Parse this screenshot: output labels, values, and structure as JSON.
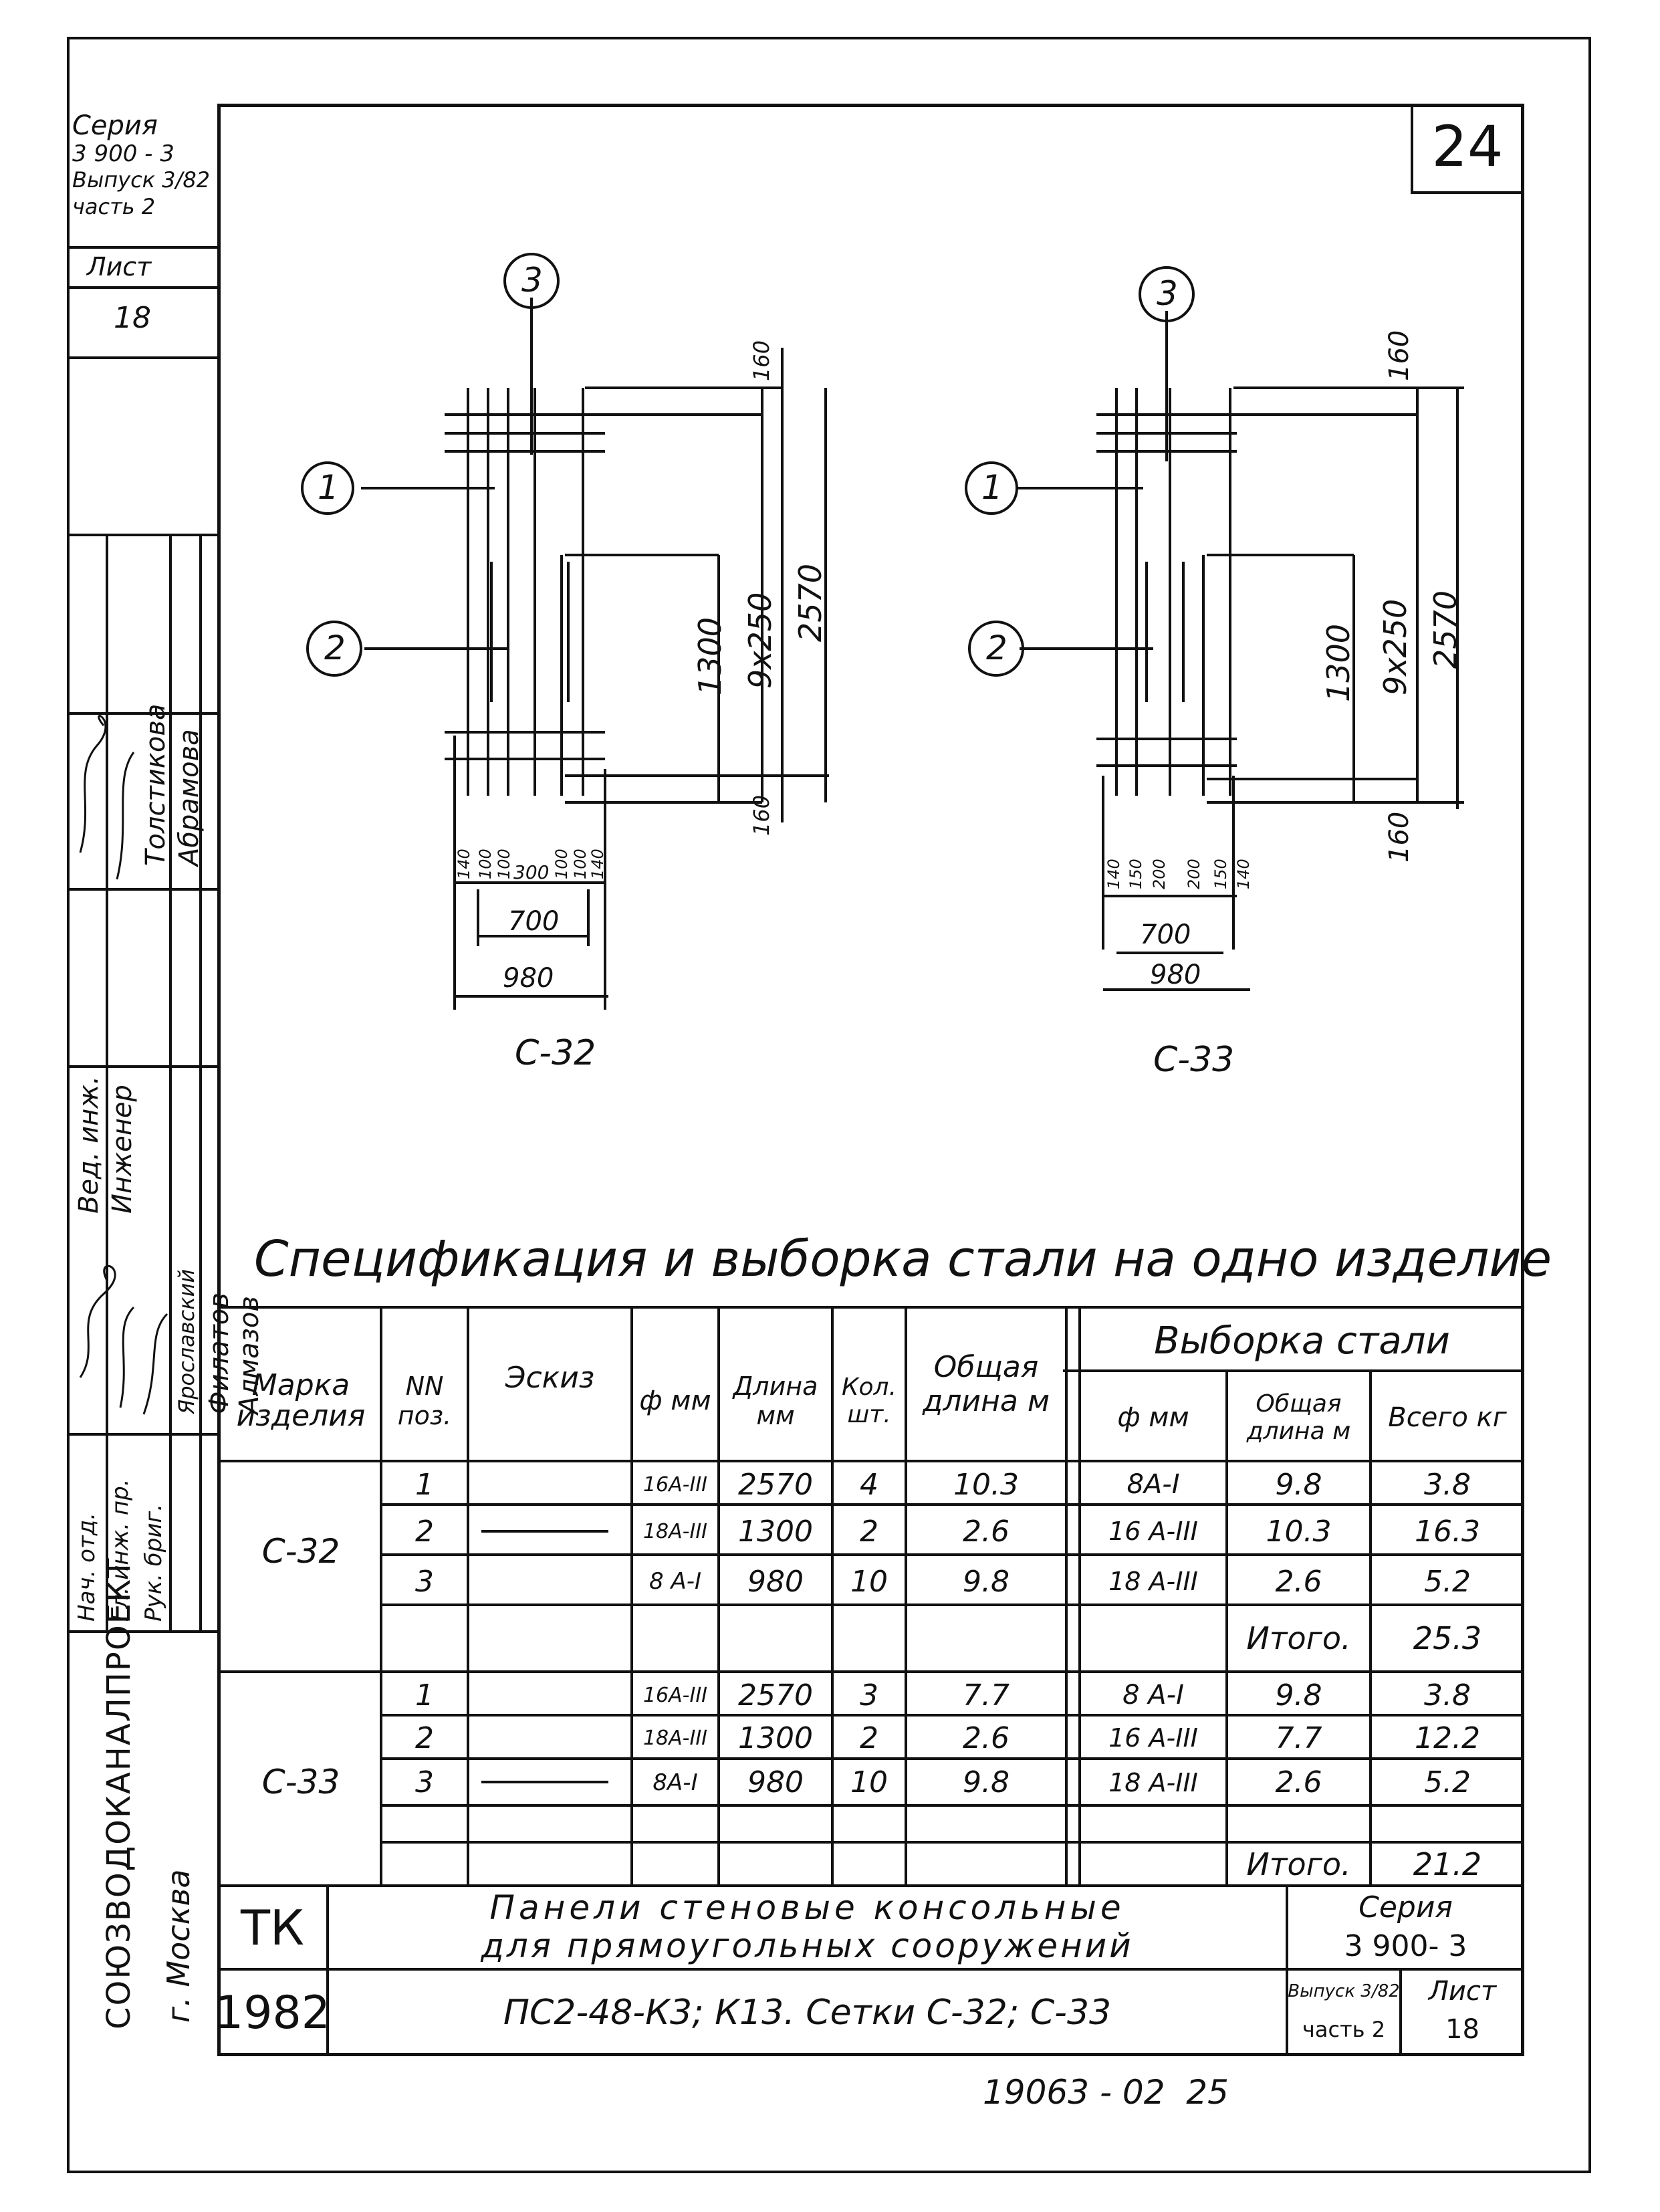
{
  "page_number": "24",
  "side_stamp": {
    "series_label": "Серия",
    "series_value": "3 900 - 3",
    "issue": "Выпуск 3/82",
    "part": "часть 2",
    "sheet_label": "Лист",
    "sheet_value": "18",
    "roles": [
      "Нач. отд.",
      "Гл. инж. пр.",
      "Рук. бриг.",
      "Вед. инж.",
      "Инженер"
    ],
    "names": [
      "Толстикова",
      "Абрамова",
      "Ярославский",
      "Филатов",
      "Алмазов"
    ],
    "org": "СОЮЗВОДОКАНАЛПРОЕКТ",
    "city": "г. Москва"
  },
  "drawings": [
    {
      "title": "С-32",
      "callouts": [
        "1",
        "2",
        "3"
      ],
      "dims_vertical": [
        "160",
        "1300",
        "9x250",
        "2570",
        "160"
      ],
      "dims_bottom": [
        "140",
        "100",
        "100",
        "300",
        "100",
        "100",
        "140"
      ],
      "dim_700": "700",
      "dim_980": "980"
    },
    {
      "title": "С-33",
      "callouts": [
        "1",
        "2",
        "3"
      ],
      "dims_vertical": [
        "160",
        "1300",
        "9x250",
        "2570",
        "160"
      ],
      "dims_bottom": [
        "140",
        "150",
        "200",
        "200",
        "150",
        "140"
      ],
      "dim_700": "700",
      "dim_980": "980"
    }
  ],
  "spec_title": "Спецификация и выборка стали на одно изделие",
  "table": {
    "headers": {
      "mark": "Марка изделия",
      "pos": "NN поз.",
      "sketch": "Эскиз",
      "diam": "ф мм",
      "length": "Длина мм",
      "qty": "Кол. шт.",
      "total_len": "Общая длина м",
      "sel_group": "Выборка стали",
      "sel_diam": "ф мм",
      "sel_len": "Общая длина м",
      "sel_total": "Всего кг"
    },
    "groups": [
      {
        "mark": "С-32",
        "rows": [
          {
            "pos": "1",
            "diam": "16А-III",
            "length": "2570",
            "qty": "4",
            "total": "10.3",
            "sdiam": "8А-I",
            "slen": "9.8",
            "skg": "3.8"
          },
          {
            "pos": "2",
            "diam": "18А-III",
            "length": "1300",
            "qty": "2",
            "total": "2.6",
            "sdiam": "16 А-III",
            "slen": "10.3",
            "skg": "16.3"
          },
          {
            "pos": "3",
            "diam": "8 А-I",
            "length": "980",
            "qty": "10",
            "total": "9.8",
            "sdiam": "18 А-III",
            "slen": "2.6",
            "skg": "5.2"
          }
        ],
        "itogo_label": "Итого.",
        "itogo_value": "25.3"
      },
      {
        "mark": "С-33",
        "rows": [
          {
            "pos": "1",
            "diam": "16А-III",
            "length": "2570",
            "qty": "3",
            "total": "7.7",
            "sdiam": "8 А-I",
            "slen": "9.8",
            "skg": "3.8"
          },
          {
            "pos": "2",
            "diam": "18А-III",
            "length": "1300",
            "qty": "2",
            "total": "2.6",
            "sdiam": "16 А-III",
            "slen": "7.7",
            "skg": "12.2"
          },
          {
            "pos": "3",
            "diam": "8А-I",
            "length": "980",
            "qty": "10",
            "total": "9.8",
            "sdiam": "18 А-III",
            "slen": "2.6",
            "skg": "5.2"
          }
        ],
        "itogo_label": "Итого.",
        "itogo_value": "21.2"
      }
    ]
  },
  "title_block": {
    "code": "ТК",
    "year": "1982",
    "line1": "Панели стеновые консольные",
    "line2": "для прямоугольных сооружений",
    "line3": "ПС2-48-К3; К13. Сетки С-32; С-33",
    "series_label": "Серия",
    "series_value": "3 900- 3",
    "issue": "Выпуск 3/82",
    "part": "часть 2",
    "sheet_label": "Лист",
    "sheet_value": "18"
  },
  "footer_number": "19063 - 02  25"
}
